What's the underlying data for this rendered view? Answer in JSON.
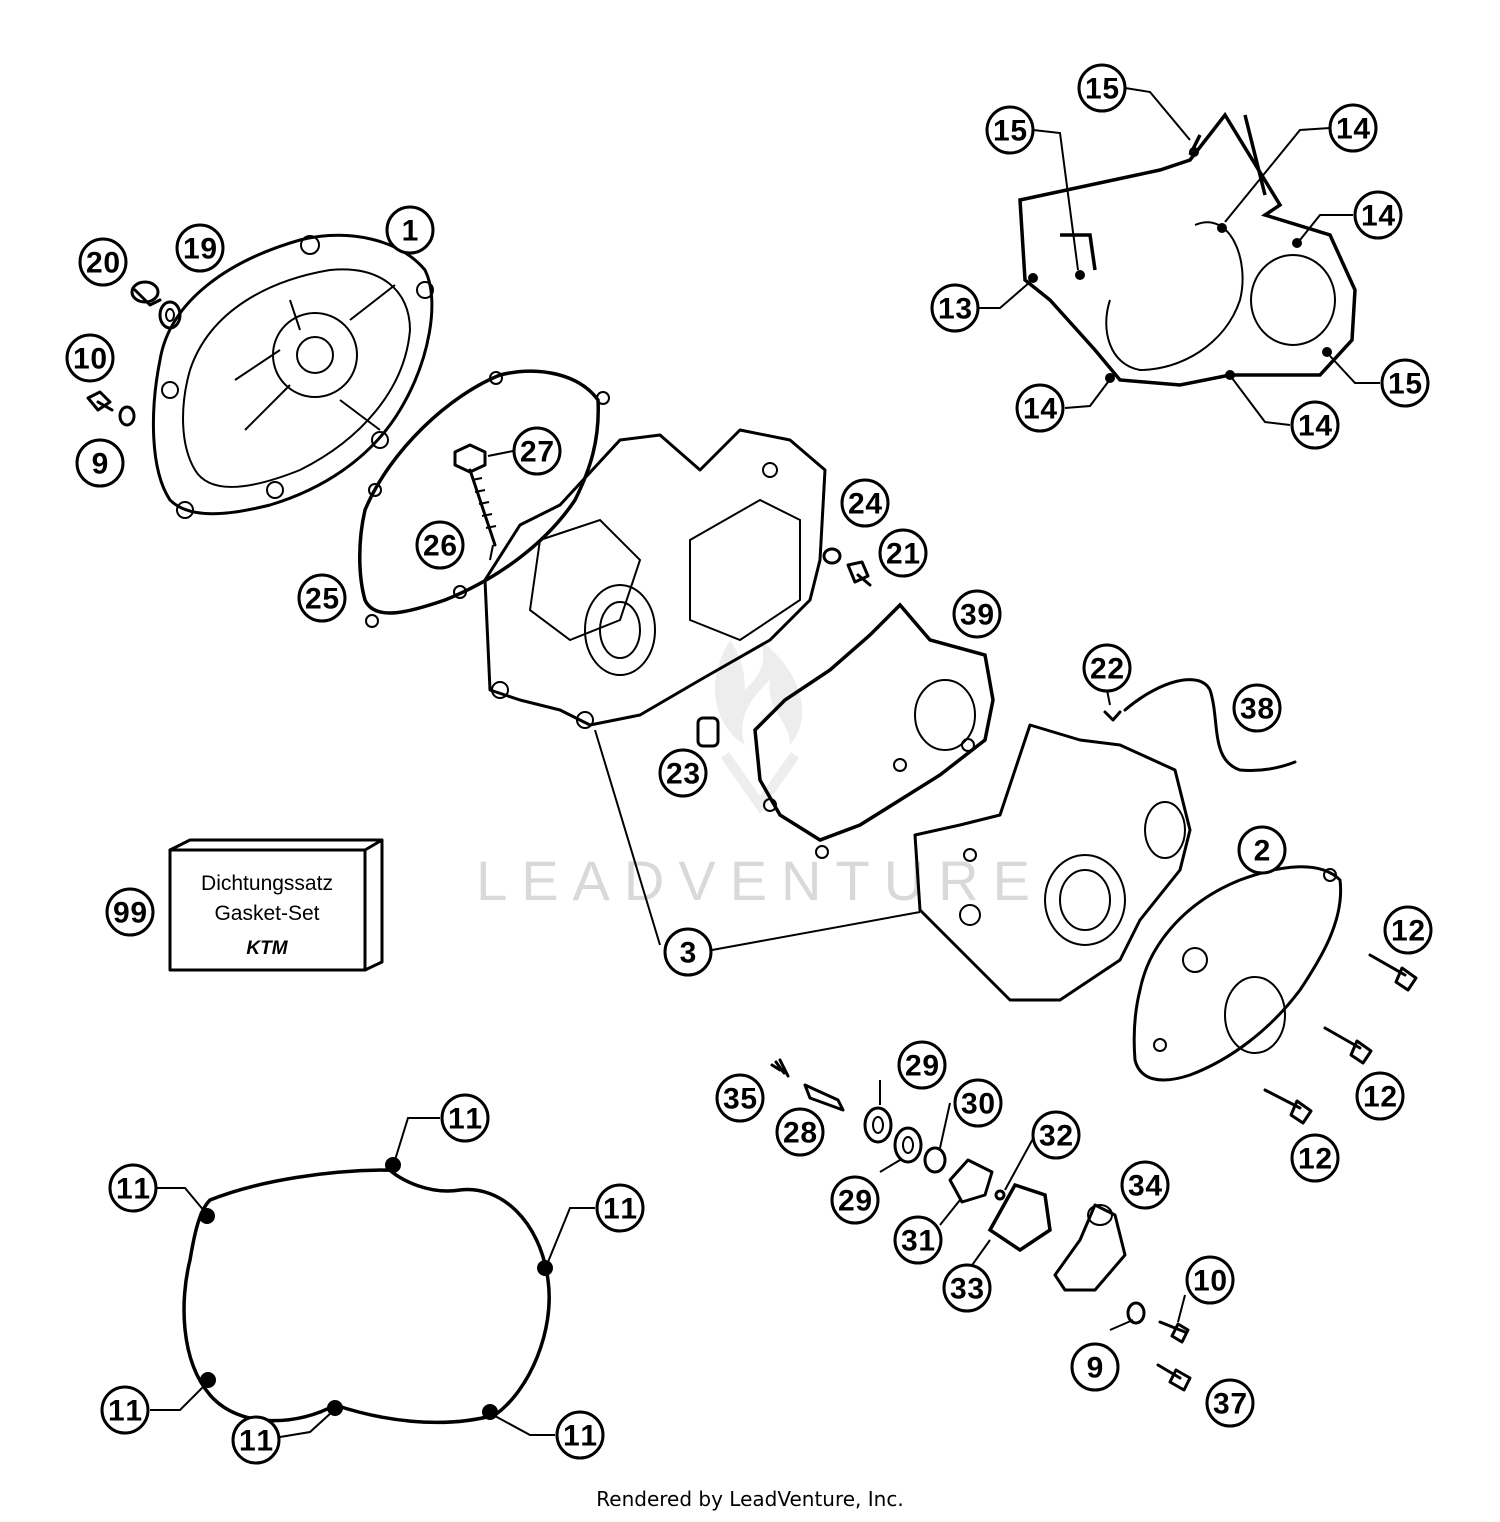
{
  "watermark": "LEADVENTURE",
  "footer": "Rendered by LeadVenture, Inc.",
  "gasket_set_box": {
    "line1": "Dichtungssatz",
    "line2": "Gasket-Set",
    "brand": "KTM"
  },
  "callouts": [
    {
      "id": "c1",
      "label": "1"
    },
    {
      "id": "c2",
      "label": "2"
    },
    {
      "id": "c3",
      "label": "3"
    },
    {
      "id": "c9a",
      "label": "9"
    },
    {
      "id": "c9b",
      "label": "9"
    },
    {
      "id": "c10a",
      "label": "10"
    },
    {
      "id": "c10b",
      "label": "10"
    },
    {
      "id": "c11a",
      "label": "11"
    },
    {
      "id": "c11b",
      "label": "11"
    },
    {
      "id": "c11c",
      "label": "11"
    },
    {
      "id": "c11d",
      "label": "11"
    },
    {
      "id": "c11e",
      "label": "11"
    },
    {
      "id": "c11f",
      "label": "11"
    },
    {
      "id": "c12a",
      "label": "12"
    },
    {
      "id": "c12b",
      "label": "12"
    },
    {
      "id": "c12c",
      "label": "12"
    },
    {
      "id": "c13",
      "label": "13"
    },
    {
      "id": "c14a",
      "label": "14"
    },
    {
      "id": "c14b",
      "label": "14"
    },
    {
      "id": "c14c",
      "label": "14"
    },
    {
      "id": "c14d",
      "label": "14"
    },
    {
      "id": "c15a",
      "label": "15"
    },
    {
      "id": "c15b",
      "label": "15"
    },
    {
      "id": "c15c",
      "label": "15"
    },
    {
      "id": "c19",
      "label": "19"
    },
    {
      "id": "c20",
      "label": "20"
    },
    {
      "id": "c21",
      "label": "21"
    },
    {
      "id": "c22",
      "label": "22"
    },
    {
      "id": "c23",
      "label": "23"
    },
    {
      "id": "c24",
      "label": "24"
    },
    {
      "id": "c25",
      "label": "25"
    },
    {
      "id": "c26",
      "label": "26"
    },
    {
      "id": "c27",
      "label": "27"
    },
    {
      "id": "c28",
      "label": "28"
    },
    {
      "id": "c29a",
      "label": "29"
    },
    {
      "id": "c29b",
      "label": "29"
    },
    {
      "id": "c30",
      "label": "30"
    },
    {
      "id": "c31",
      "label": "31"
    },
    {
      "id": "c32",
      "label": "32"
    },
    {
      "id": "c33",
      "label": "33"
    },
    {
      "id": "c34",
      "label": "34"
    },
    {
      "id": "c35",
      "label": "35"
    },
    {
      "id": "c37",
      "label": "37"
    },
    {
      "id": "c38",
      "label": "38"
    },
    {
      "id": "c39",
      "label": "39"
    },
    {
      "id": "c99",
      "label": "99"
    }
  ]
}
